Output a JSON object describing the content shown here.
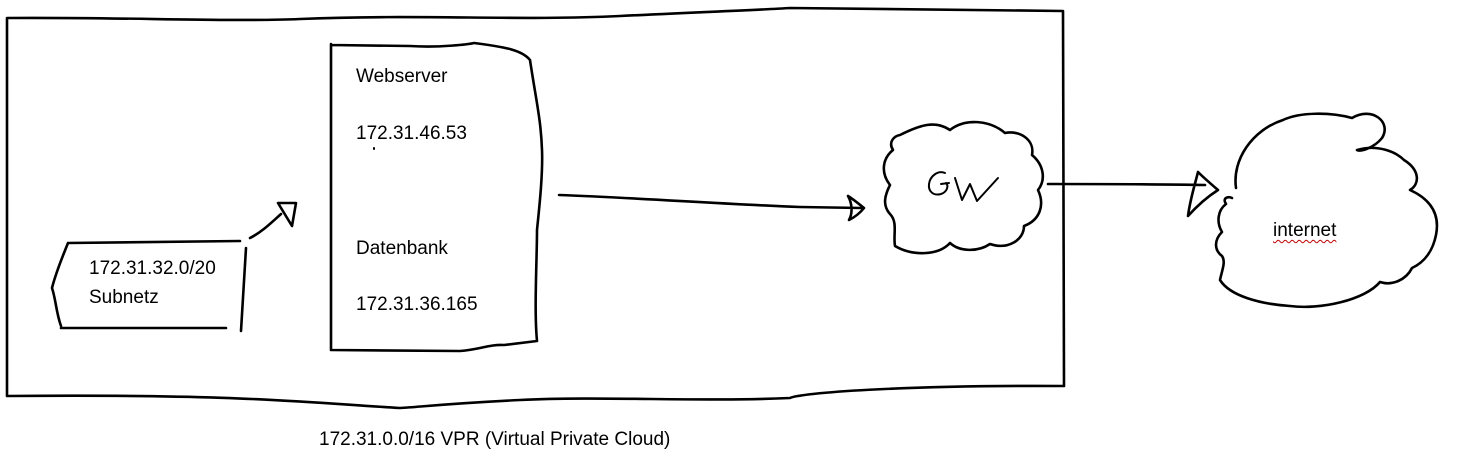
{
  "vpc": {
    "caption": "172.31.0.0/16 VPR (Virtual Private Cloud)"
  },
  "subnet": {
    "cidr": "172.31.32.0/20",
    "label": "Subnetz"
  },
  "servers": {
    "webserver_label": "Webserver",
    "webserver_ip": "172.31.46.53",
    "database_label": "Datenbank",
    "database_ip": "172.31.36.165"
  },
  "gateway": {
    "label": "GW"
  },
  "internet": {
    "label": "internet",
    "spellcheck_color": "#c00000"
  }
}
